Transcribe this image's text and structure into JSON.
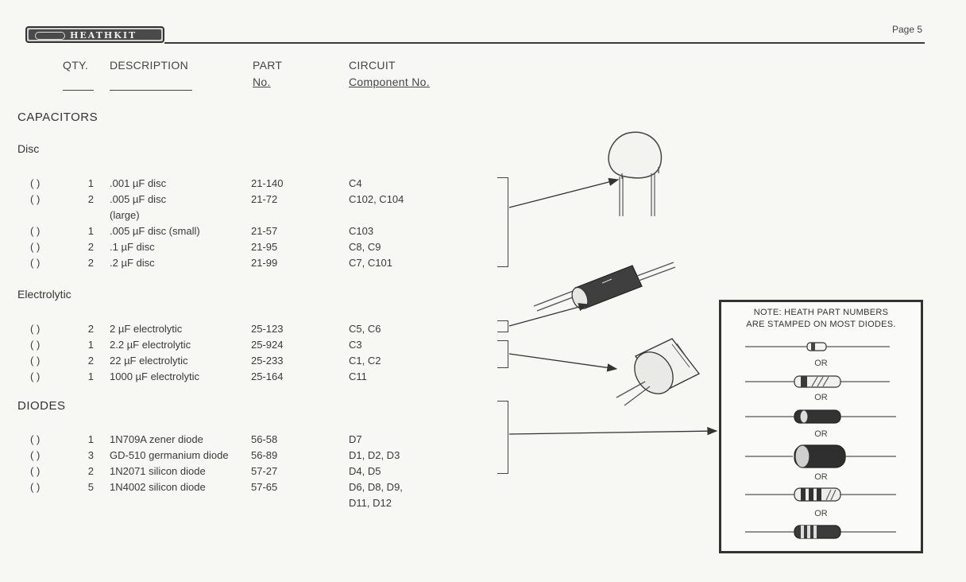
{
  "header": {
    "logo_text": "HEATHKIT",
    "page_label": "Page 5"
  },
  "columns": {
    "qty": "QTY.",
    "description": "DESCRIPTION",
    "part_line1": "PART",
    "part_line2": "No.",
    "circuit_line1": "CIRCUIT",
    "circuit_line2": "Component No."
  },
  "sections": {
    "capacitors": "CAPACITORS",
    "disc": "Disc",
    "electrolytic": "Electrolytic",
    "diodes": "DIODES"
  },
  "disc_rows": [
    {
      "box": "(  )",
      "qty": "1",
      "desc": ".001 µF disc",
      "part": "21-140",
      "circuit": "C4"
    },
    {
      "box": "(  )",
      "qty": "2",
      "desc": ".005 µF disc",
      "part": "21-72",
      "circuit": "C102, C104"
    },
    {
      "desc": "(large)"
    },
    {
      "box": "(  )",
      "qty": "1",
      "desc": ".005 µF disc (small)",
      "part": "21-57",
      "circuit": "C103"
    },
    {
      "box": "(  )",
      "qty": "2",
      "desc": ".1 µF disc",
      "part": "21-95",
      "circuit": "C8, C9"
    },
    {
      "box": "(  )",
      "qty": "2",
      "desc": ".2 µF disc",
      "part": "21-99",
      "circuit": "C7, C101"
    }
  ],
  "electrolytic_rows": [
    {
      "box": "(  )",
      "qty": "2",
      "desc": "2 µF electrolytic",
      "part": "25-123",
      "circuit": "C5, C6"
    },
    {
      "box": "(  )",
      "qty": "1",
      "desc": "2.2 µF electrolytic",
      "part": "25-924",
      "circuit": "C3"
    },
    {
      "box": "(  )",
      "qty": "2",
      "desc": "22 µF electrolytic",
      "part": "25-233",
      "circuit": "C1, C2"
    },
    {
      "box": "(  )",
      "qty": "1",
      "desc": "1000 µF electrolytic",
      "part": "25-164",
      "circuit": "C11"
    }
  ],
  "diode_rows": [
    {
      "box": "(  )",
      "qty": "1",
      "desc": "1N709A zener diode",
      "part": "56-58",
      "circuit": "D7"
    },
    {
      "box": "(  )",
      "qty": "3",
      "desc": "GD-510 germanium diode",
      "part": "56-89",
      "circuit": "D1, D2, D3"
    },
    {
      "box": "(  )",
      "qty": "2",
      "desc": "1N2071 silicon diode",
      "part": "57-27",
      "circuit": "D4, D5"
    },
    {
      "box": "(  )",
      "qty": "5",
      "desc": "1N4002 silicon diode",
      "part": "57-65",
      "circuit": "D6, D8, D9,"
    },
    {
      "circuit": "D11, D12"
    }
  ],
  "note": {
    "line1": "NOTE:  HEATH PART NUMBERS",
    "line2": "ARE STAMPED ON MOST DIODES.",
    "or_label": "OR"
  }
}
